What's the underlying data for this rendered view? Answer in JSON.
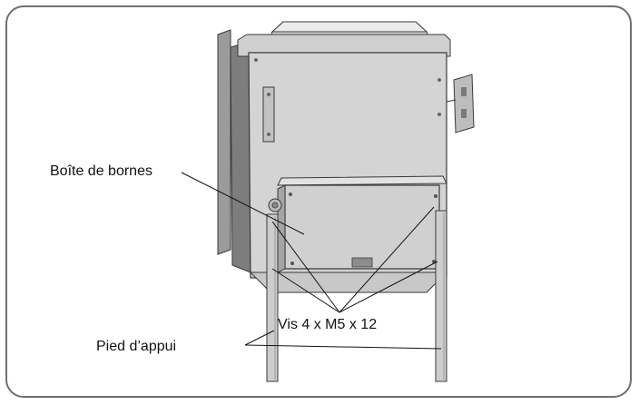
{
  "labels": {
    "terminal_box": "Boîte de bornes",
    "screws": "Vis 4 x M5 x 12",
    "support_foot": "Pied d’appui"
  },
  "colors": {
    "frame_border": "#6f6f6f",
    "body_light": "#d6d6d6",
    "body_mid": "#bdbdbd",
    "body_dark": "#8a8a8a",
    "outline": "#3a3a3a",
    "leader_line": "#111111"
  }
}
